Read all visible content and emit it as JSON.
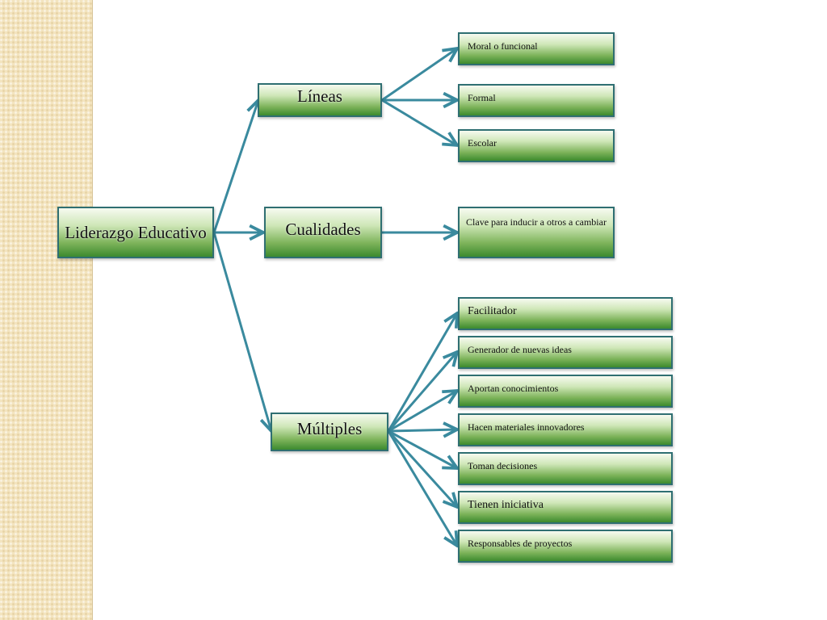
{
  "root": {
    "label": "Liderazgo Educativo"
  },
  "branches": [
    {
      "label": "Líneas",
      "children": [
        "Moral o funcional",
        "Formal",
        "Escolar"
      ]
    },
    {
      "label": "Cualidades",
      "children": [
        "Clave para inducir a otros a cambiar"
      ]
    },
    {
      "label": "Múltiples",
      "children": [
        "Facilitador",
        "Generador de nuevas ideas",
        "Aportan conocimientos",
        "Hacen materiales innovadores",
        "Toman decisiones",
        "Tienen iniciativa",
        "Responsables de proyectos"
      ]
    }
  ],
  "colors": {
    "connector": "#3a8a9e",
    "node_border": "#2f6f72",
    "node_fill_bottom": "#3c8a2e",
    "side_strip": "#f3e4bf"
  }
}
